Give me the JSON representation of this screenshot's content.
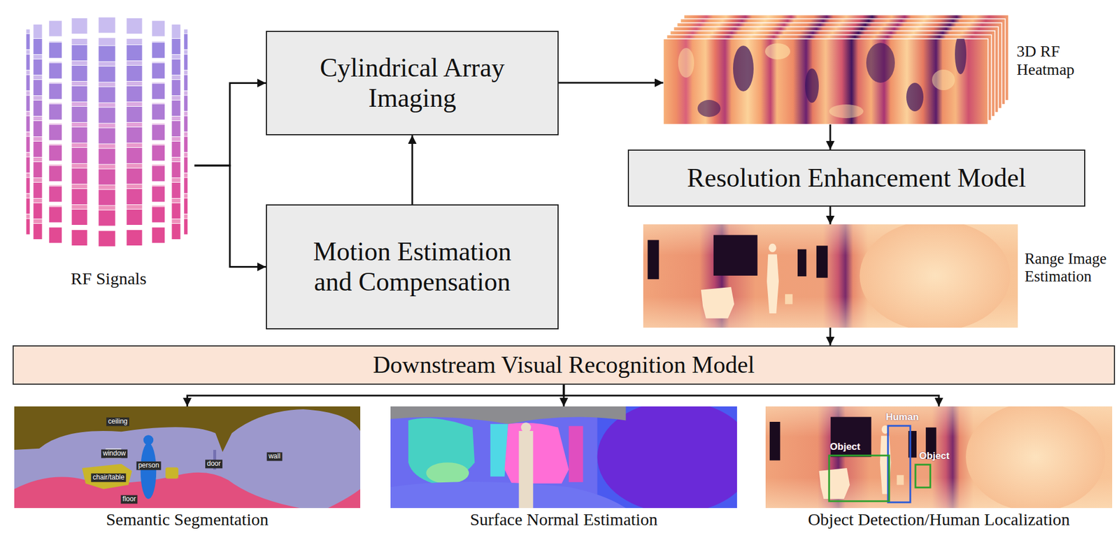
{
  "diagram": {
    "nodes": [
      {
        "text": [
          "RF Signals"
        ]
      },
      {
        "text": [
          "Cylindrical Array Imaging"
        ]
      },
      {
        "text": [
          "3D RF Heatmap"
        ]
      },
      {
        "text": [
          "Resolution Enhancement Model"
        ]
      },
      {
        "text": [
          "Motion Estimation and Compensation"
        ]
      },
      {
        "text": [
          "Range Image Estimation"
        ]
      },
      {
        "text": [
          "Downstream Visual Recognition Model"
        ]
      },
      {
        "text": [
          "Semantic Segmentation"
        ]
      },
      {
        "text": [
          "Surface Normal Estimation"
        ]
      },
      {
        "text": [
          "Object Detection/Human Localization"
        ]
      }
    ],
    "edges": [
      {
        "from": 0,
        "to": 1,
        "arrow": "to"
      },
      {
        "from": 0,
        "to": 4,
        "arrow": "to"
      },
      {
        "from": 4,
        "to": 1,
        "arrow": "to"
      },
      {
        "from": 1,
        "to": 2,
        "arrow": "to"
      },
      {
        "from": 2,
        "to": 3,
        "arrow": "to"
      },
      {
        "from": 3,
        "to": 5,
        "arrow": "to"
      },
      {
        "from": 5,
        "to": 6,
        "arrow": "to"
      },
      {
        "from": 6,
        "to": 7,
        "arrow": "to"
      },
      {
        "from": 6,
        "to": 8,
        "arrow": "to"
      },
      {
        "from": 6,
        "to": 9,
        "arrow": "to"
      }
    ],
    "labels": [
      "ceiling",
      "window",
      "chair/table",
      "person",
      "door",
      "wall",
      "floor",
      "Human",
      "Object",
      "Object"
    ]
  }
}
